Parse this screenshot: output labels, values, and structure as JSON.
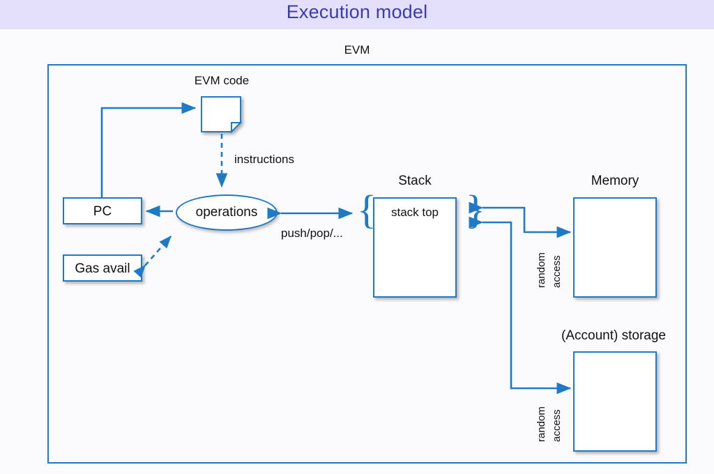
{
  "slide": {
    "title": "Execution model",
    "title_color": "#3b3bb0",
    "band_color": "#e4dffa",
    "accent_color": "#2079c4",
    "background_color": "#fbfbfd"
  },
  "frame": {
    "label": "EVM"
  },
  "nodes": {
    "evm_code": {
      "label": "EVM code",
      "shape": "document"
    },
    "pc": {
      "label": "PC",
      "shape": "rect"
    },
    "gas_avail": {
      "label": "Gas avail",
      "shape": "rect"
    },
    "operations": {
      "label": "operations",
      "shape": "ellipse"
    },
    "stack": {
      "label": "Stack",
      "inner_label": "stack top",
      "shape": "rect"
    },
    "memory": {
      "label": "Memory",
      "shape": "rect"
    },
    "storage": {
      "label": "(Account) storage",
      "shape": "rect"
    }
  },
  "edges": {
    "instructions": {
      "label": "instructions",
      "style": "dashed",
      "direction": "down"
    },
    "pushpop": {
      "label": "push/pop/...",
      "style": "solid",
      "direction": "bidirectional"
    },
    "gas": {
      "label": "",
      "style": "dashed",
      "direction": "bidirectional"
    },
    "memory_access": {
      "label_line1": "random",
      "label_line2": "access",
      "style": "solid",
      "direction": "bidirectional"
    },
    "storage_access": {
      "label_line1": "random",
      "label_line2": "access",
      "style": "solid",
      "direction": "bidirectional"
    },
    "pc_to_code": {
      "label": "",
      "style": "solid",
      "direction": "right"
    },
    "ops_to_pc": {
      "label": "",
      "style": "solid",
      "direction": "left"
    }
  }
}
